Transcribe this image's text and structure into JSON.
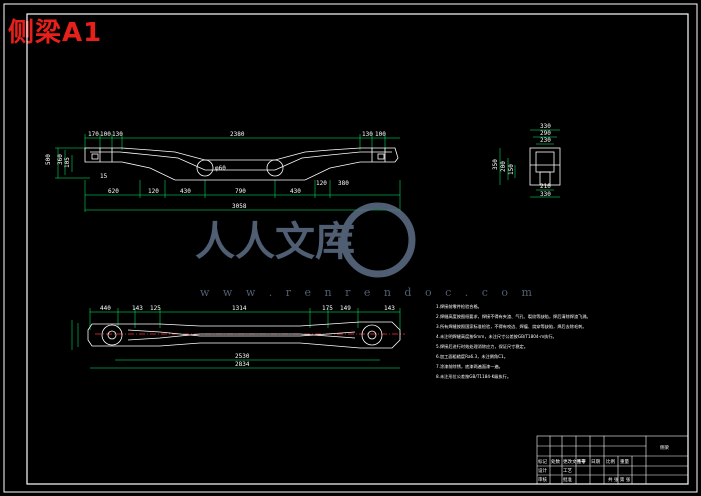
{
  "title": "侧梁A1",
  "watermark": {
    "text": "人人文库",
    "url": "w w w . r e n r e n d o c . c o m"
  },
  "top_view_dims": {
    "top_left": "170",
    "top_left2": "100",
    "top_left3": "130",
    "top_span": "2380",
    "top_right": "130",
    "top_right2": "100",
    "hole": "φ60",
    "left_h1": "500",
    "left_h2": "360",
    "left_h3": "105",
    "left_h4": "15",
    "seg1": "620",
    "seg2": "120",
    "seg3": "430",
    "seg4": "790",
    "seg5": "430",
    "seg6": "120",
    "seg7": "380",
    "total": "3058"
  },
  "side_view_dims": {
    "w1": "330",
    "w2": "290",
    "w3": "230",
    "h1": "350",
    "h2": "200",
    "h3": "150",
    "b1": "210",
    "b2": "330"
  },
  "bottom_view_dims": {
    "l1": "440",
    "l2": "143",
    "l3": "125",
    "mid": "1314",
    "r1": "175",
    "r2": "149",
    "r3": "143",
    "inner": "2530",
    "total": "2834"
  },
  "notes": [
    "1.焊接前零件检验合格。",
    "2.焊缝高度按图纸要求，焊接不得有夹渣、气孔、裂纹等缺陷，焊后清除焊渣飞溅。",
    "3.所有焊缝按照国家标准检验，不得有咬边、焊瘤、烧穿等缺陷，焊后去除毛刺。",
    "4.未注明焊缝高度按6mm，未注尺寸公差按GB/T1804-m执行。",
    "5.焊接后进行时效处理消除应力，保证尺寸稳定。",
    "6.加工面粗糙度Ra6.3，未注倒角C1。",
    "7.涂漆前除锈，底漆两遍面漆一遍。",
    "8.未注形位公差按GB/T1184-K级执行。"
  ],
  "title_block": {
    "part_name": "侧梁",
    "label1": "标记",
    "label2": "处数",
    "label3": "更改文件号",
    "label4": "签字",
    "label5": "日期",
    "label6": "设计",
    "label7": "审核",
    "label8": "工艺",
    "label9": "批准",
    "scale": "比例",
    "weight": "重量",
    "sheet": "共 张 第 张"
  },
  "colors": {
    "background": "#000000",
    "frame": "#ffffff",
    "drawing": "#ffffff",
    "dimension": "#00ff66",
    "centerline": "#ff2a2a",
    "title": "#e8201c",
    "watermark": "#5d6f87"
  }
}
